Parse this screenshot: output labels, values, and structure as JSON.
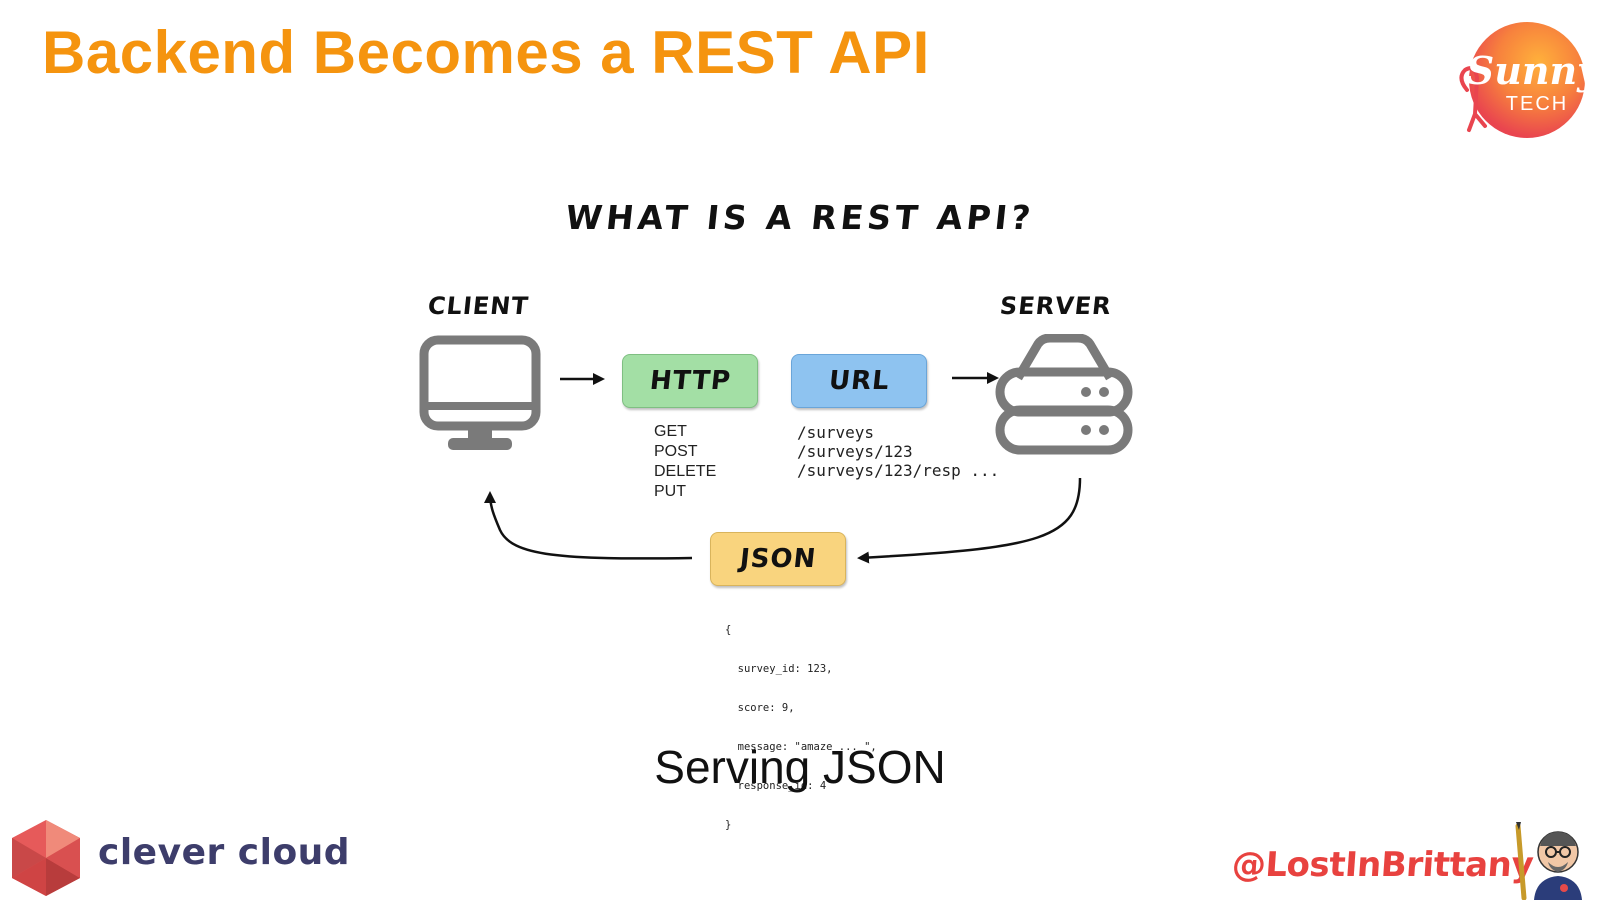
{
  "slide": {
    "title": "Backend Becomes a REST API",
    "caption": "Serving JSON"
  },
  "diagram": {
    "title": "WHAT IS A REST API?",
    "client_label": "CLIENT",
    "server_label": "SERVER",
    "http_label": "HTTP",
    "url_label": "URL",
    "json_label": "JSON",
    "http_methods": [
      "GET",
      "POST",
      "DELETE",
      "PUT"
    ],
    "url_paths": [
      "/surveys",
      "/surveys/123",
      "/surveys/123/resp ..."
    ],
    "json_lines": [
      "{",
      "  survey_id: 123,",
      "  score: 9,",
      "  message: \"amaze ... \",",
      "  response_id: 4",
      "}"
    ]
  },
  "branding": {
    "sunny_logo_line1": "Sunny",
    "sunny_logo_line2": "TECH",
    "clever_cloud_text": "clever cloud",
    "handle": "@LostInBrittany"
  },
  "colors": {
    "title_orange": "#f5940f",
    "http_green": "#a3dfa5",
    "url_blue": "#8ec3f0",
    "json_yellow": "#f9d47e",
    "icon_gray": "#7a7a7a",
    "handle_red": "#e8423f",
    "clever_navy": "#3d3d6b"
  }
}
